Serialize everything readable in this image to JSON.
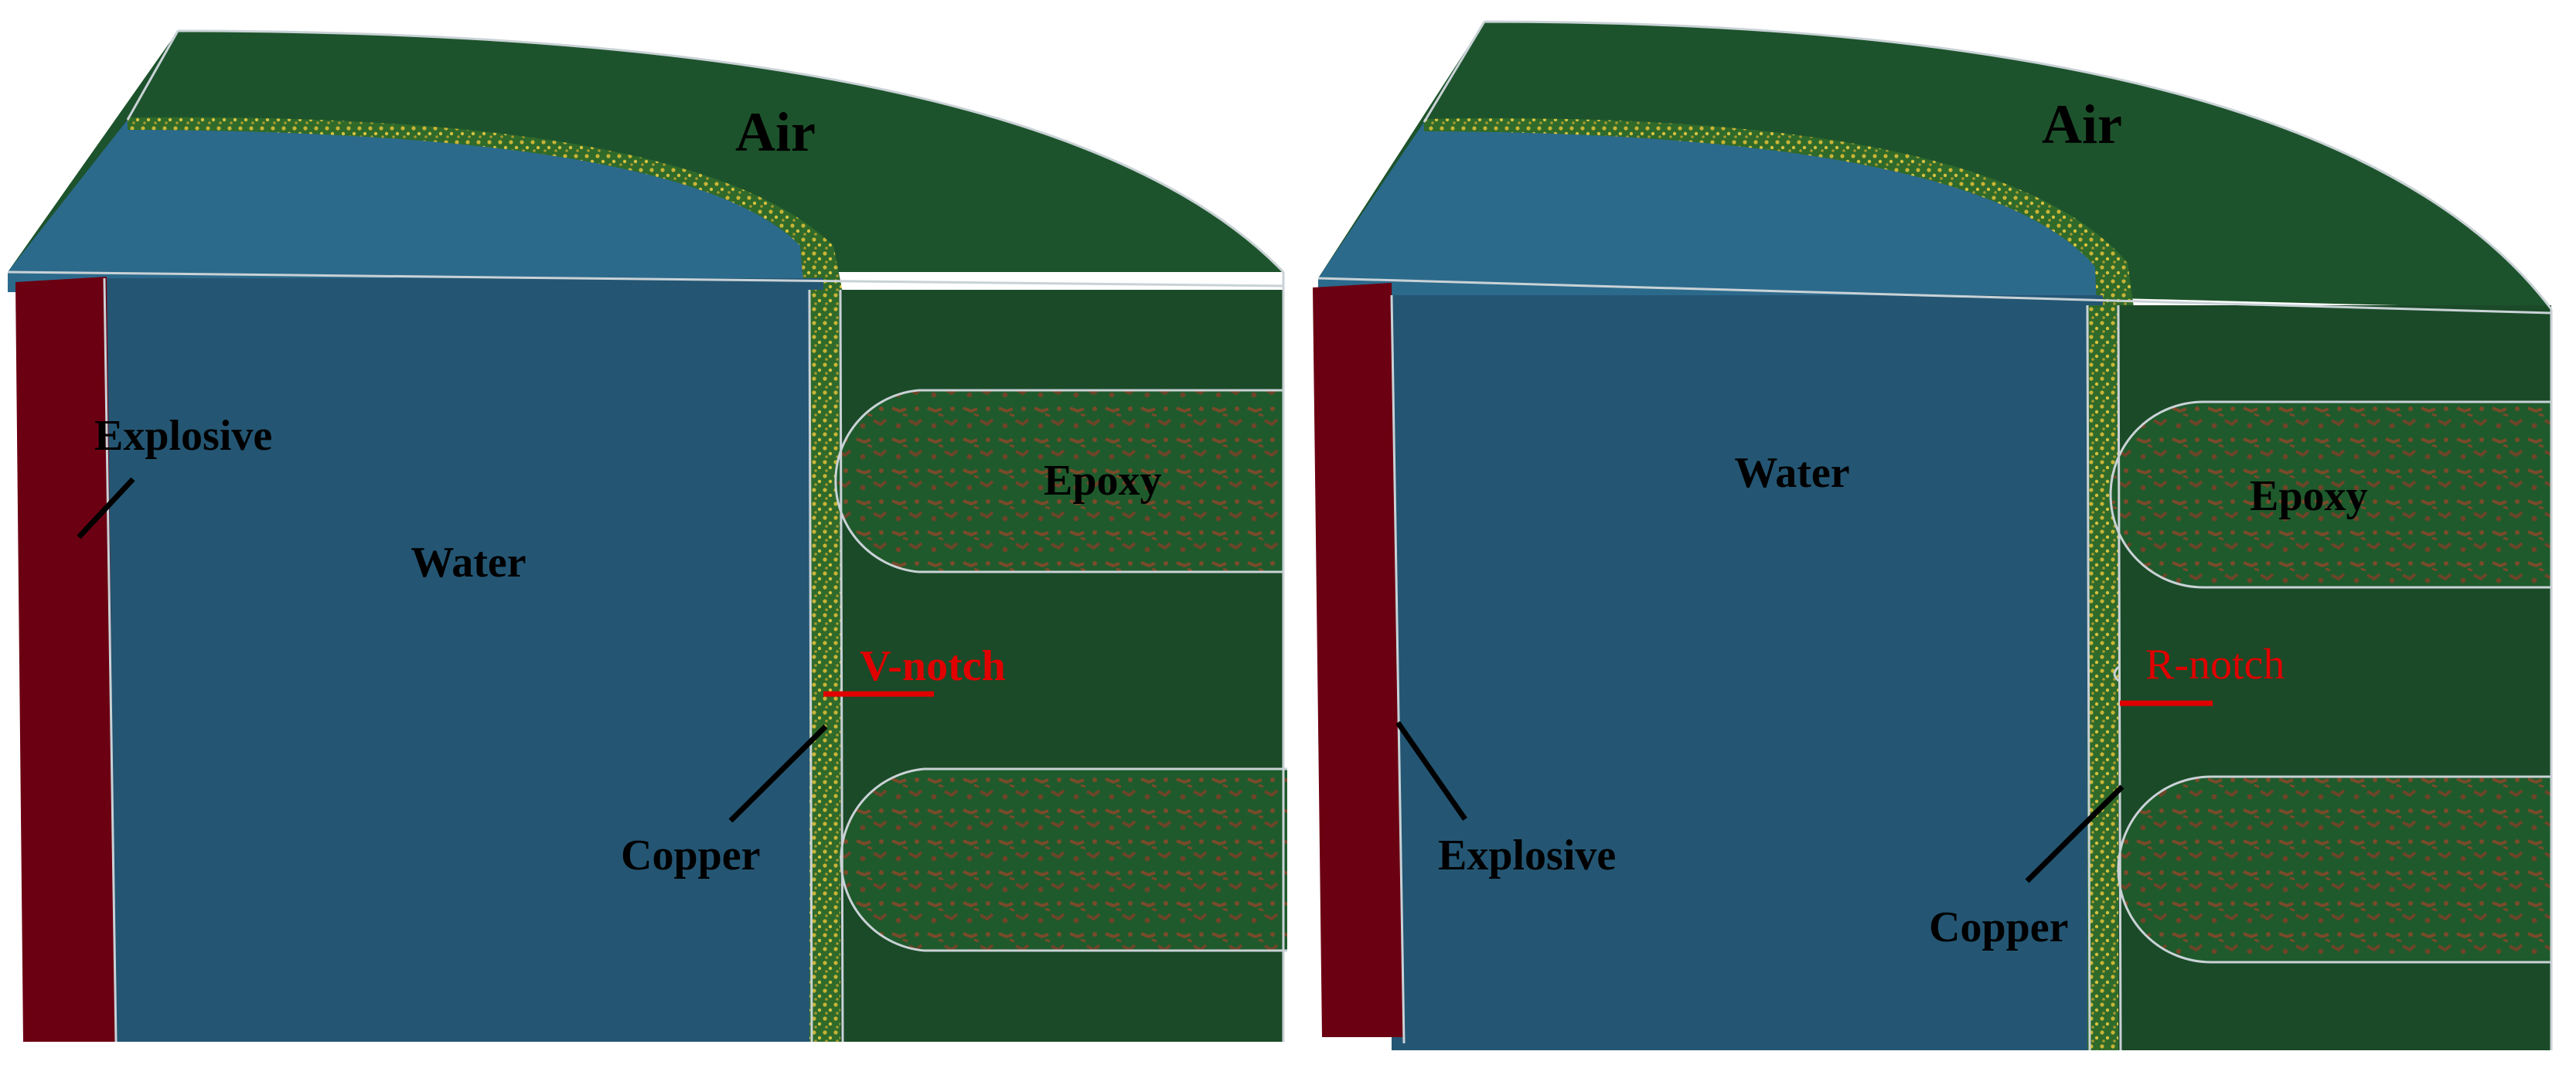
{
  "colors": {
    "explosive": "#6b0012",
    "water_front": "#245673",
    "water_top": "#2c6a8c",
    "air": "#1d532c",
    "air_front": "#1b4a28",
    "copper": "#2f6a2a",
    "copper_speckle": "#c9b436",
    "epoxy": "#1f5a2c",
    "epoxy_speckle": "#7a4a2a",
    "notch_line": "#e00000",
    "leader_line": "#000000"
  },
  "panels": [
    {
      "labels": {
        "air": "Air",
        "water": "Water",
        "explosive": "Explosive",
        "epoxy": "Epoxy",
        "copper": "Copper",
        "notch": "V-notch"
      }
    },
    {
      "labels": {
        "air": "Air",
        "water": "Water",
        "explosive": "Explosive",
        "epoxy": "Epoxy",
        "copper": "Copper",
        "notch": "R-notch"
      }
    }
  ]
}
